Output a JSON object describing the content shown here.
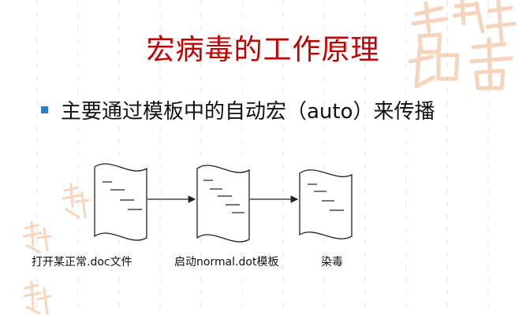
{
  "slide": {
    "title": "宏病毒的工作原理",
    "bullet": "主要通过模板中的自动宏（auto）来传播"
  },
  "diagram": {
    "steps": [
      {
        "label": "打开某正常.doc文件"
      },
      {
        "label": "启动normal.dot模板"
      },
      {
        "label": "染毒"
      }
    ]
  },
  "decoration": {
    "seal_text": "吉祥如意",
    "seal_color": "#f0b48a",
    "title_color": "#c00000",
    "bullet_color": "#2b7fc0"
  }
}
